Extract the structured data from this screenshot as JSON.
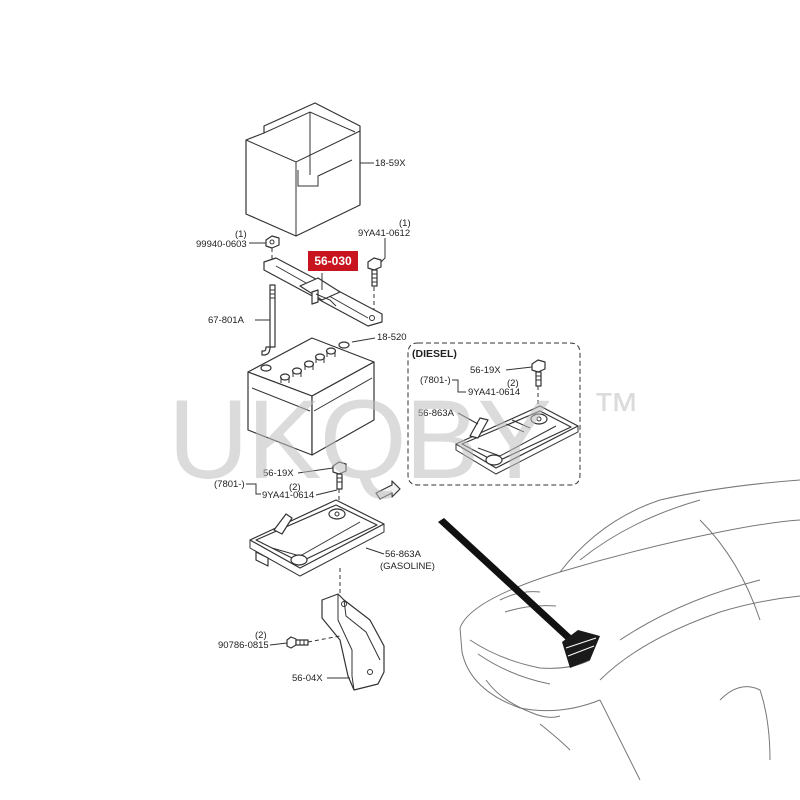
{
  "watermark": {
    "text": "UKQBY",
    "mark": "™"
  },
  "highlight": {
    "part_number": "56-030",
    "color": "#c8141e"
  },
  "parts": {
    "cover": "18-59X",
    "nut_qty": "(1)",
    "nut": "99940-0603",
    "bolt_top_qty": "(1)",
    "bolt_top": "9YA41-0612",
    "rod": "67-801A",
    "battery": "18-520",
    "bolt_19x": "56-19X",
    "tray_ref": "(7801-)",
    "bolt_614_qty": "(2)",
    "bolt_614": "9YA41-0614",
    "tray": "56-863A",
    "tray_note": "(GASOLINE)",
    "bolt_bottom_qty": "(2)",
    "bolt_bottom": "90786-0815",
    "bracket": "56-04X"
  },
  "diesel_box": {
    "title": "(DIESEL)",
    "bolt_19x": "56-19X",
    "tray_ref": "(7801-)",
    "bolt_614_qty": "(2)",
    "bolt_614": "9YA41-0614",
    "tray": "56-863A"
  }
}
